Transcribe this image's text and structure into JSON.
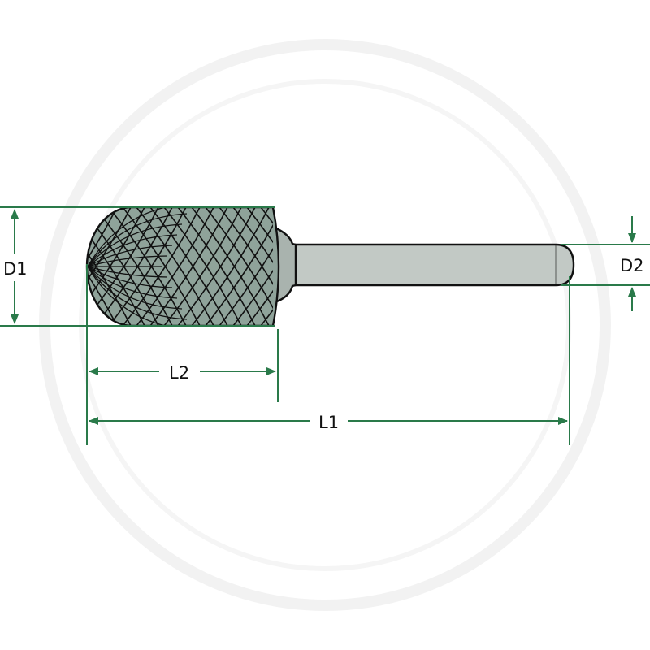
{
  "labels": {
    "d1": "D1",
    "d2": "D2",
    "l1": "L1",
    "l2": "L2"
  },
  "colors": {
    "dimension_lines": "#2a7a4a",
    "tool_head": "#8fa39a",
    "shank": "#c2c9c5",
    "hatch": "#111111",
    "outline": "#111111",
    "watermark": "#f1f1f1"
  },
  "icons": {
    "tool": "carbide-burr-cylindrical-ball-nose",
    "arrow": "dimension-arrowhead"
  }
}
